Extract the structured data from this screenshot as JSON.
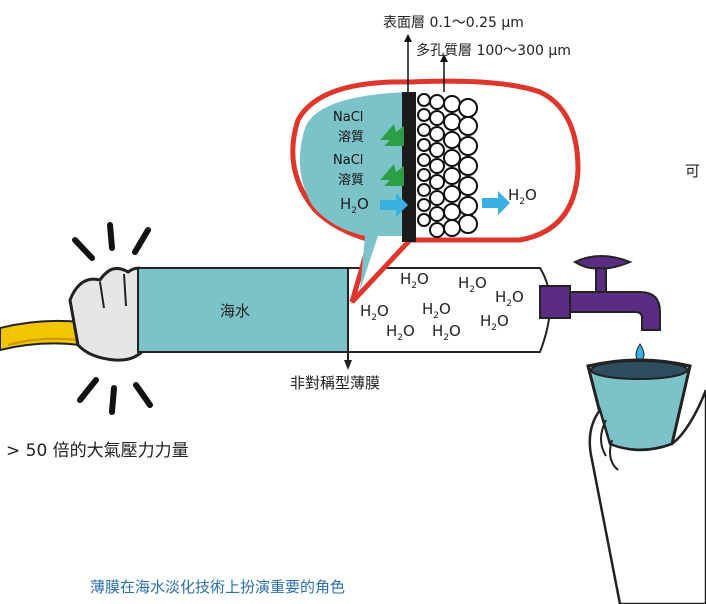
{
  "labels": {
    "surface_layer": "表面層 0.1～0.25 μm",
    "porous_layer": "多孔質層 100～300 μm",
    "side_char": "可",
    "seawater": "海水",
    "membrane": "非對稱型薄膜",
    "pressure": "> 50 倍的大氣壓力力量",
    "caption": "薄膜在海水淡化技術上扮演重要的角色"
  },
  "bubble": {
    "nacl_1": "NaCl",
    "solute_1": "溶質",
    "nacl_2": "NaCl",
    "solute_2": "溶質",
    "water_in": "H",
    "water_in_sub": "2",
    "water_in_o": "O",
    "water_out": "H",
    "water_out_sub": "2",
    "water_out_o": "O"
  },
  "molecule": {
    "h": "H",
    "sub": "2",
    "o": "O"
  },
  "colors": {
    "seawater": "#7cc3c9",
    "bubble_outline": "#e0352b",
    "membrane_dark": "#1a1a1a",
    "arrow_green": "#2e9e46",
    "arrow_blue": "#38b0e0",
    "faucet": "#5a2d82",
    "hose": "#f2c500",
    "caption": "#2a6fb5"
  },
  "icons": [
    "glove-hand-icon",
    "faucet-icon",
    "cup-icon",
    "drop-icon",
    "hose-icon",
    "pressure-burst-icon"
  ]
}
